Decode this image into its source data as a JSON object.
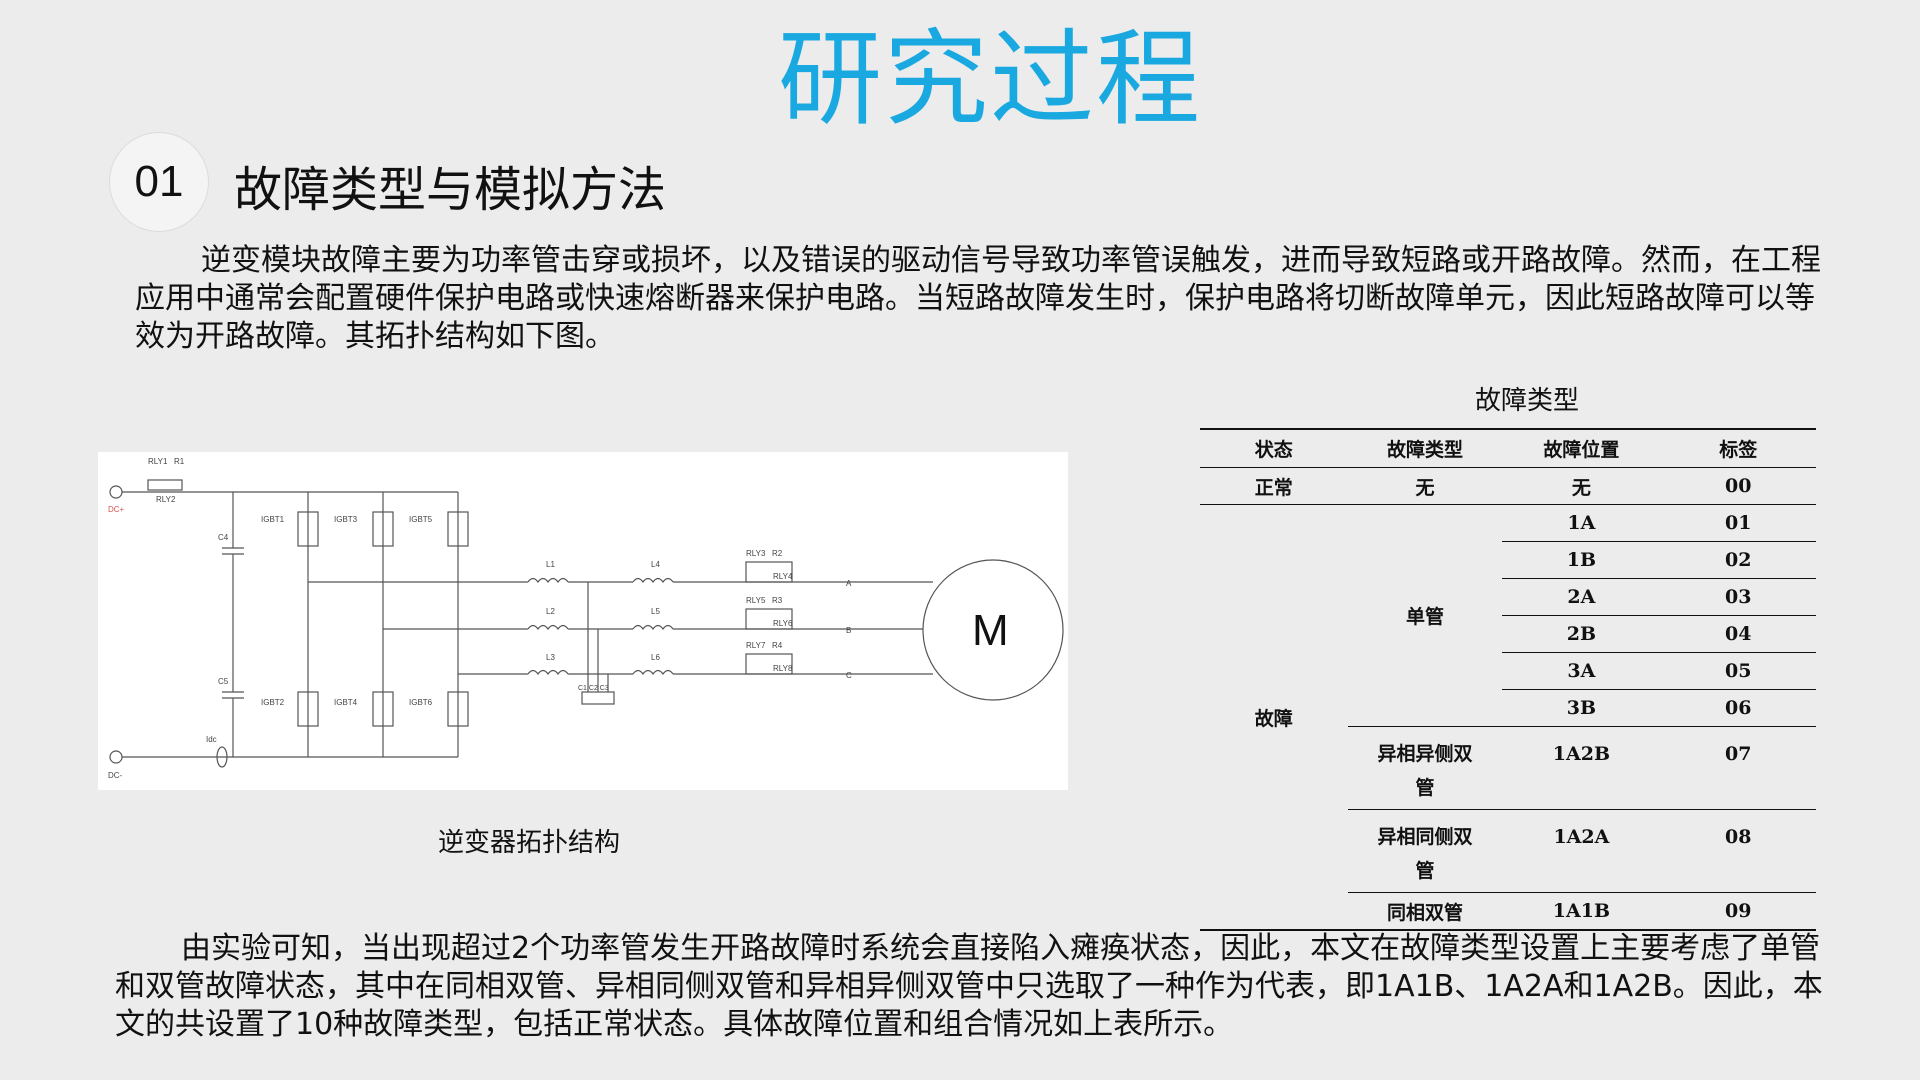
{
  "slide": {
    "title": "研究过程",
    "section_number": "01",
    "section_heading": "故障类型与模拟方法",
    "paragraph1": "逆变模块故障主要为功率管击穿或损坏，以及错误的驱动信号导致功率管误触发，进而导致短路或开路故障。然而，在工程应用中通常会配置硬件保护电路或快速熔断器来保护电路。当短路故障发生时，保护电路将切断故障单元，因此短路故障可以等效为开路故障。其拓扑结构如下图。",
    "paragraph2": "由实验可知，当出现超过2个功率管发生开路故障时系统会直接陷入瘫痪状态，因此，本文在故障类型设置上主要考虑了单管和双管故障状态，其中在同相双管、异相同侧双管和异相异侧双管中只选取了一种作为代表，即1A1B、1A2A和1A2B。因此，本文的共设置了10种故障类型，包括正常状态。具体故障位置和组合情况如上表所示。"
  },
  "figure": {
    "caption": "逆变器拓扑结构",
    "labels": {
      "dc_plus": "DC+",
      "dc_minus": "DC-",
      "rly1": "RLY1",
      "r1": "R1",
      "rly2": "RLY2",
      "c4": "C4",
      "c5": "C5",
      "idc": "Idc",
      "igbt1": "IGBT1",
      "igbt2": "IGBT2",
      "igbt3": "IGBT3",
      "igbt4": "IGBT4",
      "igbt5": "IGBT5",
      "igbt6": "IGBT6",
      "l1": "L1",
      "l2": "L2",
      "l3": "L3",
      "l4": "L4",
      "l5": "L5",
      "l6": "L6",
      "caps": "C1 C2 C3",
      "rly3": "RLY3",
      "r2": "R2",
      "rly4": "RLY4",
      "rly5": "RLY5",
      "r3": "R3",
      "rly6": "RLY6",
      "rly7": "RLY7",
      "r4": "R4",
      "rly8": "RLY8",
      "phase_a": "A",
      "phase_b": "B",
      "phase_c": "C",
      "motor": "M"
    }
  },
  "table": {
    "title": "故障类型",
    "headers": [
      "状态",
      "故障类型",
      "故障位置",
      "标签"
    ],
    "normal": {
      "state": "正常",
      "type": "无",
      "position": "无",
      "label": "00"
    },
    "fault_state": "故障",
    "single_type": "单管",
    "single_rows": [
      {
        "position": "1A",
        "label": "01"
      },
      {
        "position": "1B",
        "label": "02"
      },
      {
        "position": "2A",
        "label": "03"
      },
      {
        "position": "2B",
        "label": "04"
      },
      {
        "position": "3A",
        "label": "05"
      },
      {
        "position": "3B",
        "label": "06"
      }
    ],
    "double_rows": [
      {
        "type": "异相异侧双管",
        "position": "1A2B",
        "label": "07"
      },
      {
        "type": "异相同侧双管",
        "position": "1A2A",
        "label": "08"
      },
      {
        "type": "同相双管",
        "position": "1A1B",
        "label": "09"
      }
    ]
  }
}
